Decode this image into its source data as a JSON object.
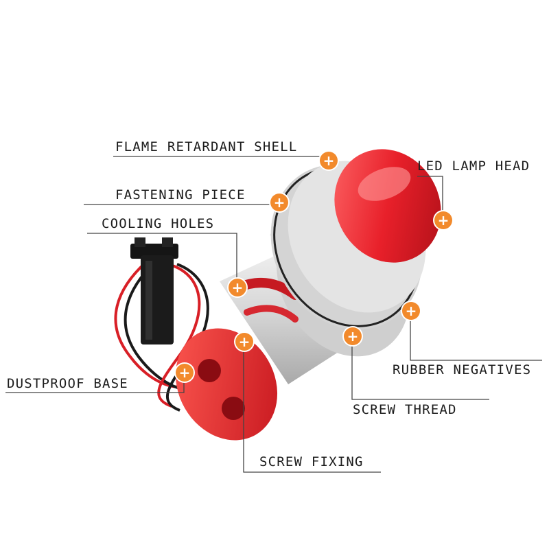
{
  "callouts": {
    "flame_retardant_shell": "FLAME RETARDANT SHELL",
    "led_lamp_head": "LED LAMP HEAD",
    "fastening_piece": "FASTENING PIECE",
    "cooling_holes": "COOLING HOLES",
    "rubber_negatives": "RUBBER NEGATIVES",
    "screw_thread": "SCREW THREAD",
    "dustproof_base": "DUSTPROOF BASE",
    "screw_fixing": "SCREW FIXING"
  },
  "marker_glyph": "+",
  "colors": {
    "marker": "#f28a2c",
    "housing_red": "#e8202a",
    "body_grey": "#d9d9d9",
    "leader_line": "#444444"
  }
}
